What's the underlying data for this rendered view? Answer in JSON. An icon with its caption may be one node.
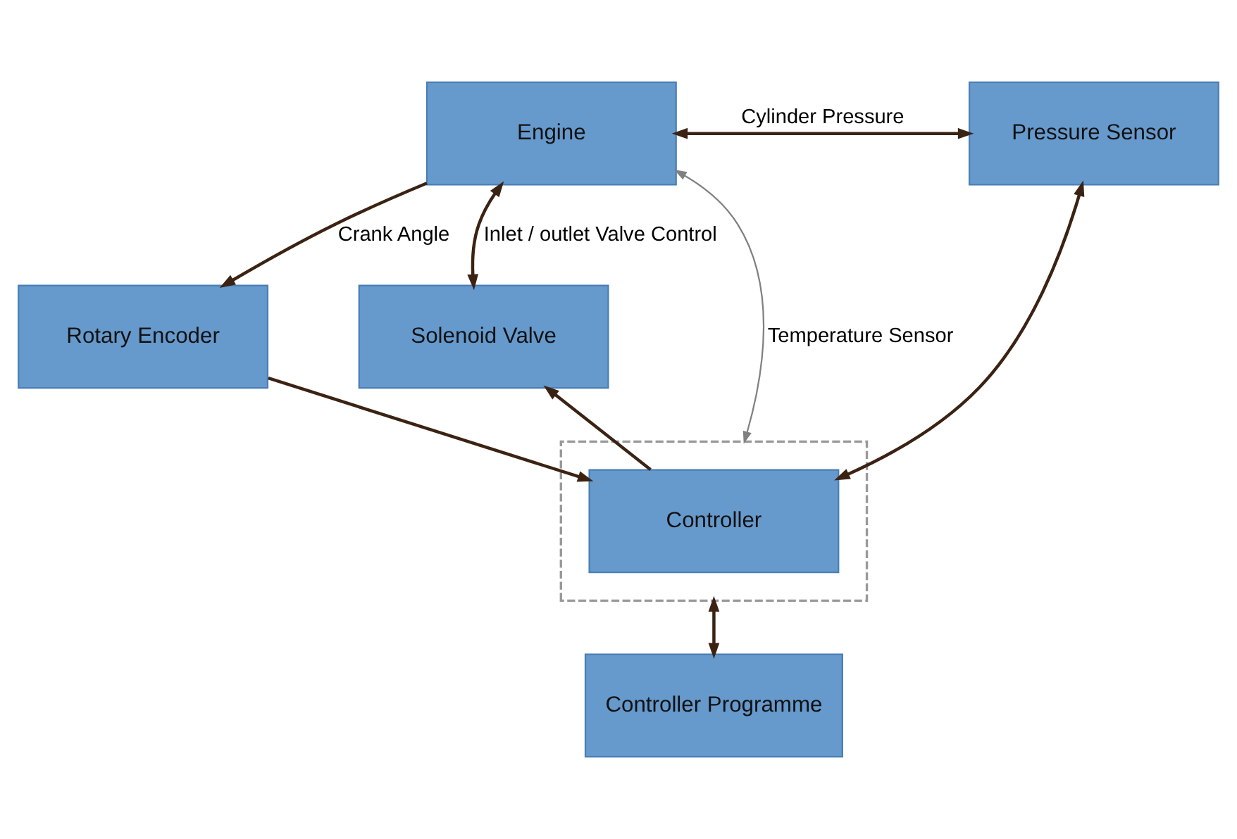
{
  "diagram": {
    "nodes": [
      {
        "text": [
          "Engine"
        ]
      },
      {
        "text": [
          "Pressure Sensor"
        ]
      },
      {
        "text": [
          "Rotary Encoder"
        ]
      },
      {
        "text": [
          "Solenoid Valve"
        ]
      },
      {
        "text": [],
        "shape": "box"
      },
      {
        "text": [
          "Controller"
        ],
        "in": 4
      },
      {
        "text": [
          "Controller Programme"
        ]
      }
    ],
    "edges": [
      {
        "from": 0,
        "to": 1,
        "arrow": "both",
        "label": "Cylinder Pressure"
      },
      {
        "from": 0,
        "to": 2,
        "arrow": "to",
        "label": "Crank Angle"
      },
      {
        "from": 0,
        "to": 3,
        "arrow": "both",
        "label": "Inlet / outlet Valve Control"
      },
      {
        "from": 1,
        "to": 5,
        "arrow": "both"
      },
      {
        "from": 4,
        "to": 0,
        "arrow": "both",
        "label": "Temperature Sensor",
        "color": "#808080"
      },
      {
        "from": 5,
        "to": 3,
        "arrow": "to"
      },
      {
        "from": 2,
        "to": 5,
        "arrow": "to"
      },
      {
        "from": 4,
        "to": 6,
        "arrow": "both"
      }
    ]
  }
}
